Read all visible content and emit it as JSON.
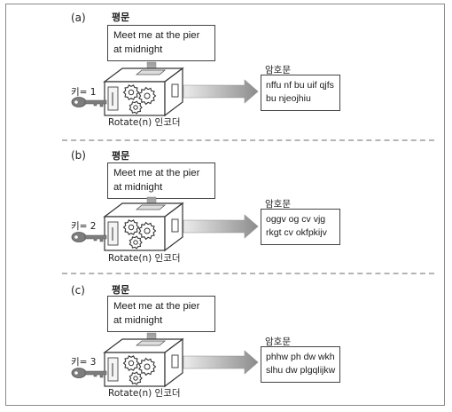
{
  "panels": [
    {
      "letter": "(a)",
      "plaintext_title": "평문",
      "plaintext_lines": [
        "Meet me at the pier",
        "at midnight"
      ],
      "ciphertext_title": "암호문",
      "ciphertext_lines": [
        "nffu nf bu uif qjfs",
        "bu njeojhiu"
      ],
      "key_label": "키= 1",
      "encoder_label": "Rotate(n) 인코더"
    },
    {
      "letter": "(b)",
      "plaintext_title": "평문",
      "plaintext_lines": [
        "Meet me at the pier",
        "at midnight"
      ],
      "ciphertext_title": "암호문",
      "ciphertext_lines": [
        "oggv og cv vjg",
        "rkgt cv okfpkijv"
      ],
      "key_label": "키= 2",
      "encoder_label": "Rotate(n) 인코더"
    },
    {
      "letter": "(c)",
      "plaintext_title": "평문",
      "plaintext_lines": [
        "Meet me at the pier",
        "at midnight"
      ],
      "ciphertext_title": "암호문",
      "ciphertext_lines": [
        "phhw ph dw wkh",
        "slhu dw plgqlijkw"
      ],
      "key_label": "키= 3",
      "encoder_label": "Rotate(n) 인코더"
    }
  ],
  "colors": {
    "border": "#8a8a8a",
    "arrow_dark": "#8c8c8c",
    "arrow_light": "#ececec",
    "box_stroke": "#333333",
    "gear_fill": "#ffffff",
    "key_fill": "#7d7d7d"
  },
  "icons": [
    "key-icon",
    "gear-icon",
    "keyhole-icon",
    "arrow-right-icon",
    "arrow-down-icon"
  ]
}
